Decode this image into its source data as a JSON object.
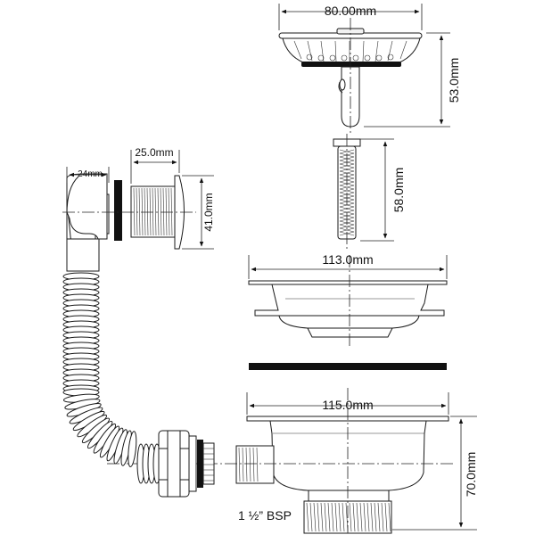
{
  "dimensions": {
    "strainer_width": "80.00mm",
    "strainer_height": "53.0mm",
    "filter_height": "58.0mm",
    "flange_top_width": "113.0mm",
    "body_width": "115.0mm",
    "body_height": "70.0mm",
    "overflow_outlet_offset": "24mm",
    "overflow_thread_length": "25.0mm",
    "overflow_height": "41.0mm"
  },
  "labels": {
    "thread_spec": "1 ½” BSP"
  }
}
